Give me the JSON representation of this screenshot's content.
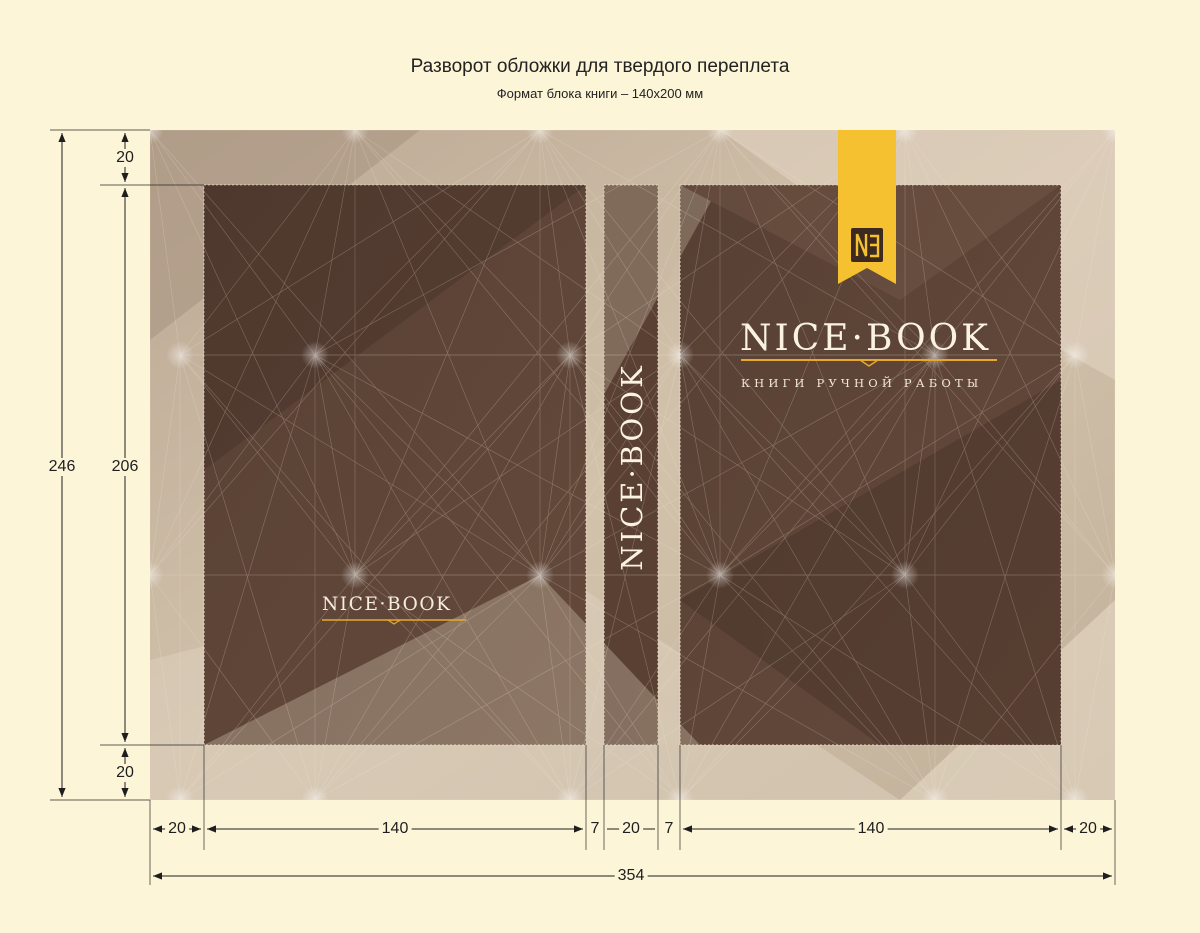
{
  "header": {
    "title": "Разворот обложки для твердого переплета",
    "subtitle": "Формат блока книги – 140х200 мм"
  },
  "dimensions": {
    "total_height": "246",
    "inner_height": "206",
    "top_margin": "20",
    "bottom_margin": "20",
    "left_margin": "20",
    "back_cover_width": "140",
    "left_gap": "7",
    "spine_width": "20",
    "right_gap": "7",
    "front_cover_width": "140",
    "right_margin": "20",
    "total_width": "354"
  },
  "cover": {
    "brand_name": "NICE·BOOK",
    "tagline": "КНИГИ РУЧНОЙ РАБОТЫ",
    "logo_icon": "book-monogram-icon",
    "ribbon_color": "#f5c131"
  },
  "colors": {
    "background": "#fdf5d8",
    "panel_dark": "#5e4334",
    "bleed_light": "#cbbba4",
    "accent_gold": "#e8a92a"
  }
}
